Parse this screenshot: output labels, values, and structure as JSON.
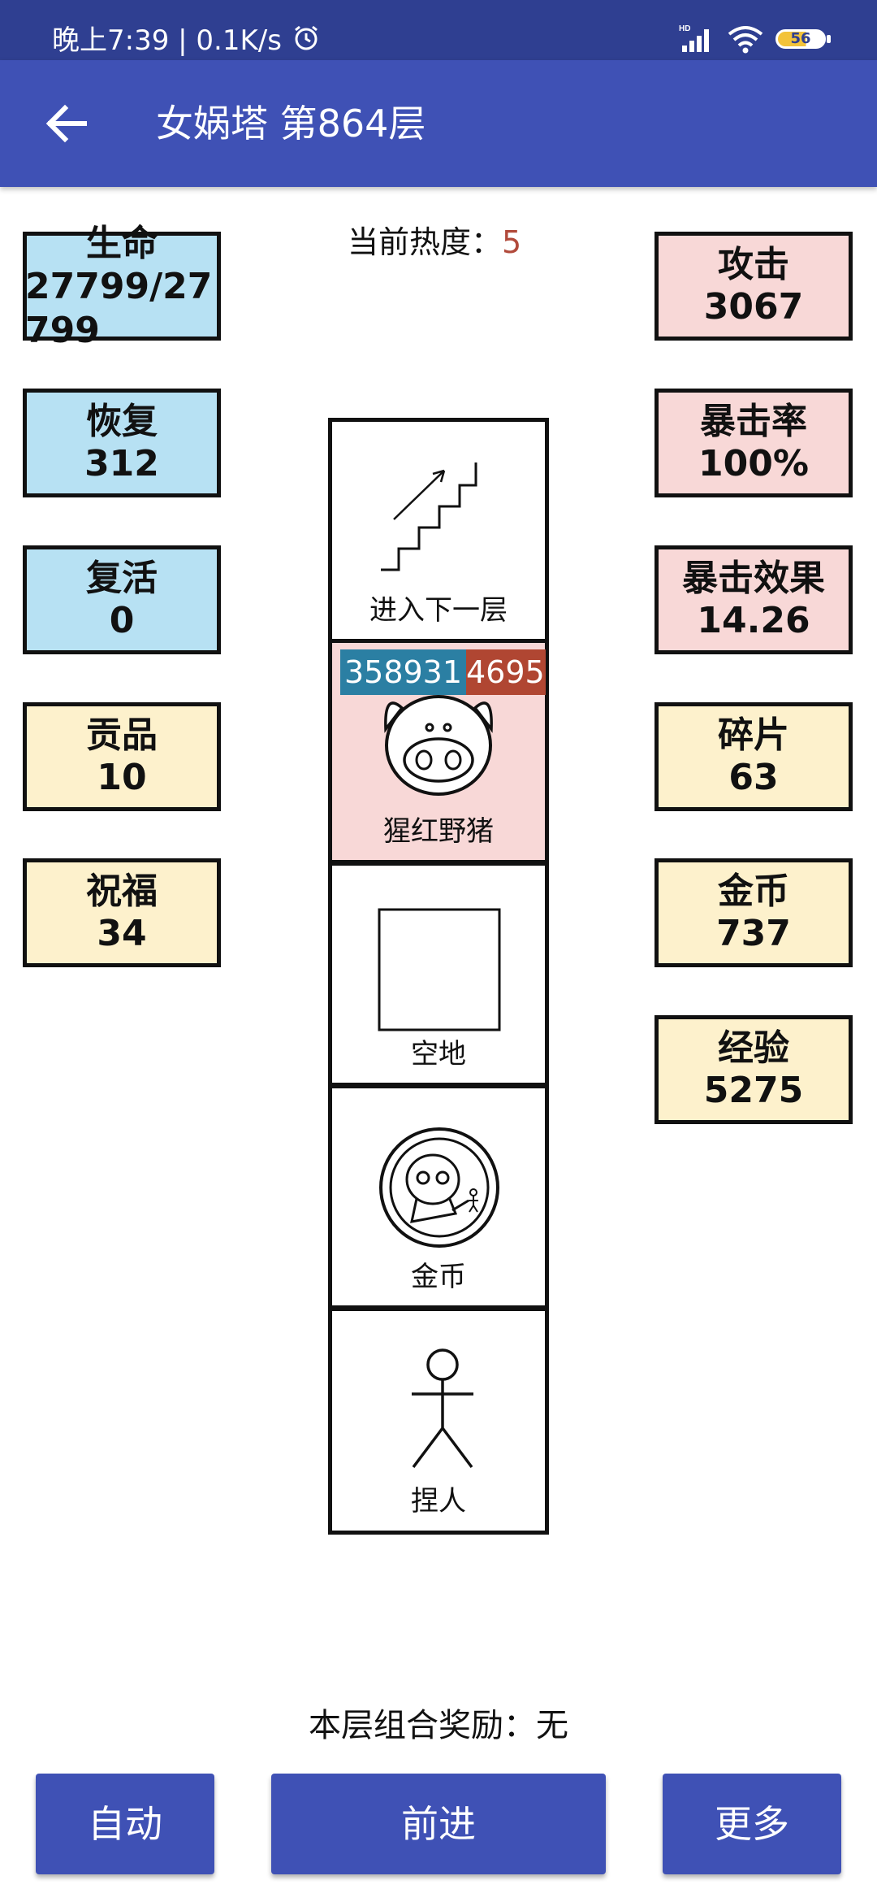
{
  "status_bar": {
    "time": "晚上7:39 | 0.1K/s",
    "battery": "56",
    "icons": [
      "alarm-icon",
      "signal-icon",
      "wifi-icon",
      "battery-icon"
    ]
  },
  "app_bar": {
    "title": "女娲塔 第864层",
    "back_icon": "arrow-left-icon"
  },
  "heat": {
    "label": "当前热度：",
    "value": "5"
  },
  "left_stats": [
    {
      "label": "生命",
      "value": "27799/27799"
    },
    {
      "label": "恢复",
      "value": "312"
    },
    {
      "label": "复活",
      "value": "0"
    },
    {
      "label": "贡品",
      "value": "10"
    },
    {
      "label": "祝福",
      "value": "34"
    }
  ],
  "right_stats": [
    {
      "label": "攻击",
      "value": "3067"
    },
    {
      "label": "暴击率",
      "value": "100%"
    },
    {
      "label": "暴击效果",
      "value": "14.26"
    },
    {
      "label": "碎片",
      "value": "63"
    },
    {
      "label": "金币",
      "value": "737"
    },
    {
      "label": "经验",
      "value": "5275"
    }
  ],
  "tower": [
    {
      "caption": "进入下一层",
      "icon": "stairs-icon"
    },
    {
      "caption": "猩红野猪",
      "icon": "pig-icon",
      "hp_left": "358931",
      "hp_right": "4695"
    },
    {
      "caption": "空地",
      "icon": "empty-square-icon"
    },
    {
      "caption": "金币",
      "icon": "coin-icon"
    },
    {
      "caption": "捏人",
      "icon": "stick-figure-icon"
    }
  ],
  "reward": "本层组合奖励：无",
  "buttons": {
    "auto": "自动",
    "forward": "前进",
    "more": "更多"
  },
  "colors": {
    "status_bar": "#2f3f91",
    "app_bar": "#3f51b5",
    "blue_stat": "#b7e1f3",
    "pink_stat": "#f8d8d7",
    "cream_stat": "#fdf1cc",
    "hp_blue": "#2b7fa3",
    "hp_red": "#b04632",
    "heat_value": "#b14a3b"
  }
}
